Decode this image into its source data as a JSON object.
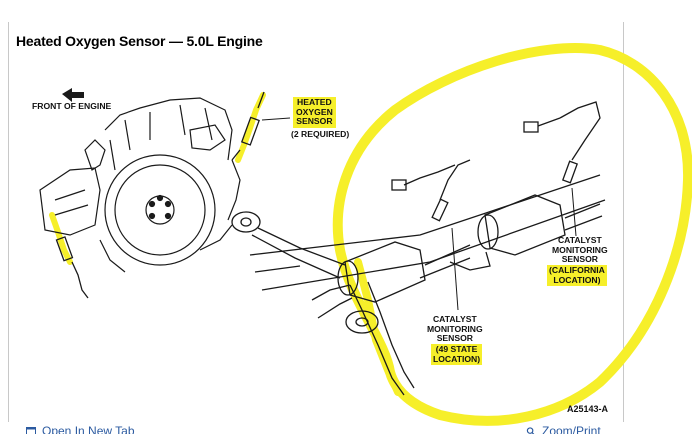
{
  "title": "Heated Oxygen Sensor — 5.0L Engine",
  "labels": {
    "front_of_engine": "FRONT OF ENGINE",
    "heated_oxygen_sensor": "HEATED\nOXYGEN\nSENSOR",
    "two_required": "(2 REQUIRED)",
    "catalyst_california": "CATALYST\nMONITORING\nSENSOR",
    "california_location": "(CALIFORNIA\nLOCATION)",
    "catalyst_49_state": "CATALYST\nMONITORING\nSENSOR",
    "state_location": "(49 STATE\nLOCATION)",
    "figure_code": "A25143-A"
  },
  "footer": {
    "open_new_tab": "Open In New Tab",
    "zoom_print": "Zoom/Print"
  },
  "colors": {
    "highlight": "#f6ef2a",
    "line_art": "#1a1a1a",
    "link": "#2b5aa0"
  },
  "icons": {
    "open_new_tab": "external-window-icon",
    "zoom_print": "magnifier-icon",
    "front_arrow": "arrow-left-icon"
  }
}
